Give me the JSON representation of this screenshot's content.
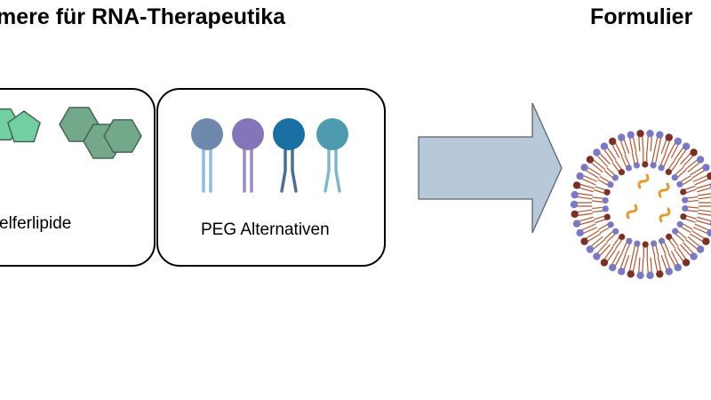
{
  "headings": {
    "left": "mere für RNA-Therapeutika",
    "right": "Formulier"
  },
  "panels": [
    {
      "label": "elferlipide",
      "icon": "hexagon-pentagon-molecule-icons",
      "colors": {
        "light_ring": "#72cfa2",
        "dark_ring": "#73a88a",
        "stroke": "#3f5f4f"
      }
    },
    {
      "label": "PEG Alternativen",
      "icon": "lipid-headgroup-icons",
      "molecules": [
        {
          "head_color": "#6f89ad",
          "tail_color": "#8fbde0",
          "tail_shape": "straight"
        },
        {
          "head_color": "#8475b8",
          "tail_color": "#9a8ac4",
          "tail_shape": "straight"
        },
        {
          "head_color": "#1a6fa3",
          "tail_color": "#4b6f93",
          "tail_shape": "bent"
        },
        {
          "head_color": "#4e9bb0",
          "tail_color": "#7fb8cc",
          "tail_shape": "bent"
        }
      ]
    }
  ],
  "arrow": {
    "icon": "right-arrow-icon",
    "fill": "#b7c8d8",
    "stroke": "#5a6470"
  },
  "nanoparticle": {
    "icon": "lipid-nanoparticle-icon",
    "colors": {
      "purple_head": "#7b79c2",
      "brown_head": "#7b3128",
      "tail": "#b3552f",
      "cargo": "#e39a2f"
    }
  }
}
